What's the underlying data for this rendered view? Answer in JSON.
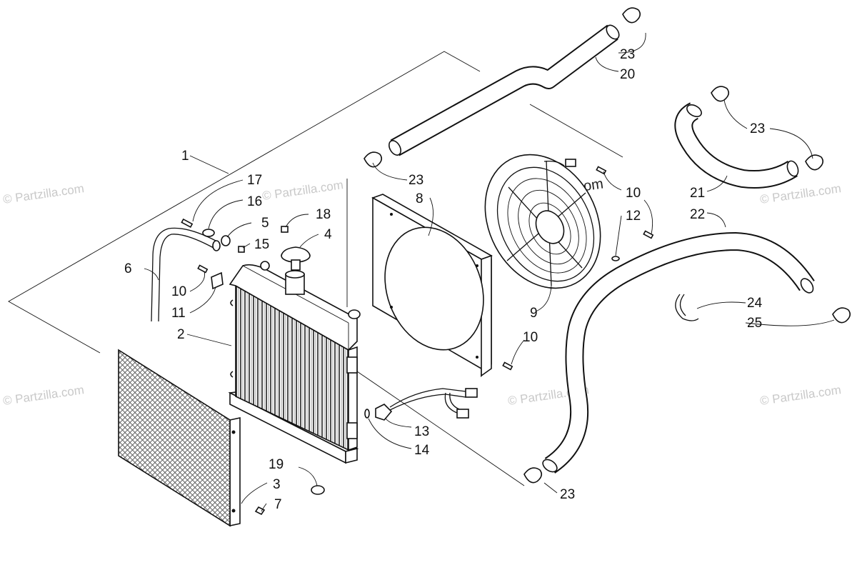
{
  "watermark": {
    "text": "© Partzilla.com"
  },
  "callouts": {
    "c1": "1",
    "c2": "2",
    "c3": "3",
    "c4": "4",
    "c5": "5",
    "c6": "6",
    "c7": "7",
    "c8": "8",
    "c9": "9",
    "c10a": "10",
    "c10b": "10",
    "c10c": "10",
    "c11": "11",
    "c12": "12",
    "c13": "13",
    "c14": "14",
    "c15": "15",
    "c16": "16",
    "c17": "17",
    "c18": "18",
    "c19": "19",
    "c20": "20",
    "c21": "21",
    "c22": "22",
    "c23a": "23",
    "c23b": "23",
    "c23c": "23",
    "c23d": "23",
    "c24": "24",
    "c25": "25"
  }
}
